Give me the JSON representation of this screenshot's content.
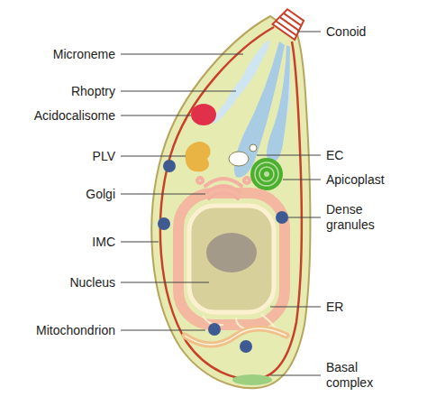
{
  "diagram": {
    "labels": [
      "Conoid",
      "Microneme",
      "Rhoptry",
      "Acidocalisome",
      "PLV",
      "EC",
      "Apicoplast",
      "Golgi",
      "Dense granules",
      "IMC",
      "Nucleus",
      "ER",
      "Mitochondrion",
      "Basal complex"
    ]
  }
}
